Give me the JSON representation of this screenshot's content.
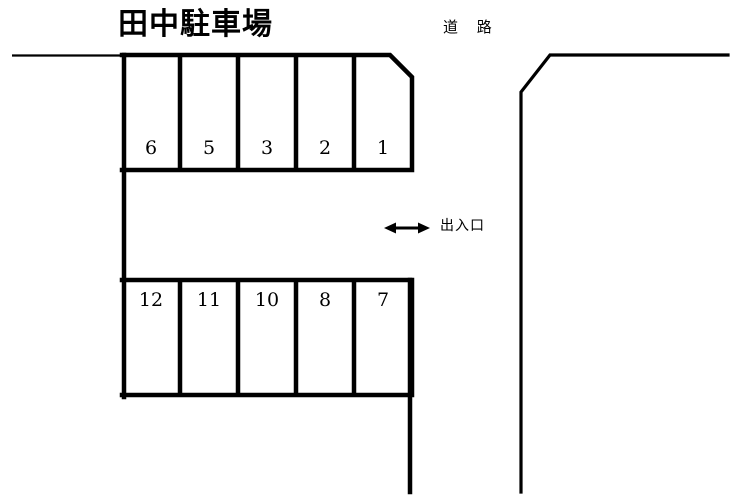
{
  "site": {
    "title": "田中駐車場"
  },
  "annotations": {
    "road_label": "道 路",
    "gate_label": "出入口"
  },
  "colors": {
    "stroke": "#000000",
    "background": "#ffffff",
    "text": "#000000"
  },
  "lot": {
    "rows": [
      {
        "name": "upper-row",
        "stalls": [
          {
            "number": "6"
          },
          {
            "number": "5"
          },
          {
            "number": "3"
          },
          {
            "number": "2"
          },
          {
            "number": "1"
          }
        ]
      },
      {
        "name": "lower-row",
        "stalls": [
          {
            "number": "12"
          },
          {
            "number": "11"
          },
          {
            "number": "10"
          },
          {
            "number": "8"
          },
          {
            "number": "7"
          }
        ]
      }
    ]
  }
}
